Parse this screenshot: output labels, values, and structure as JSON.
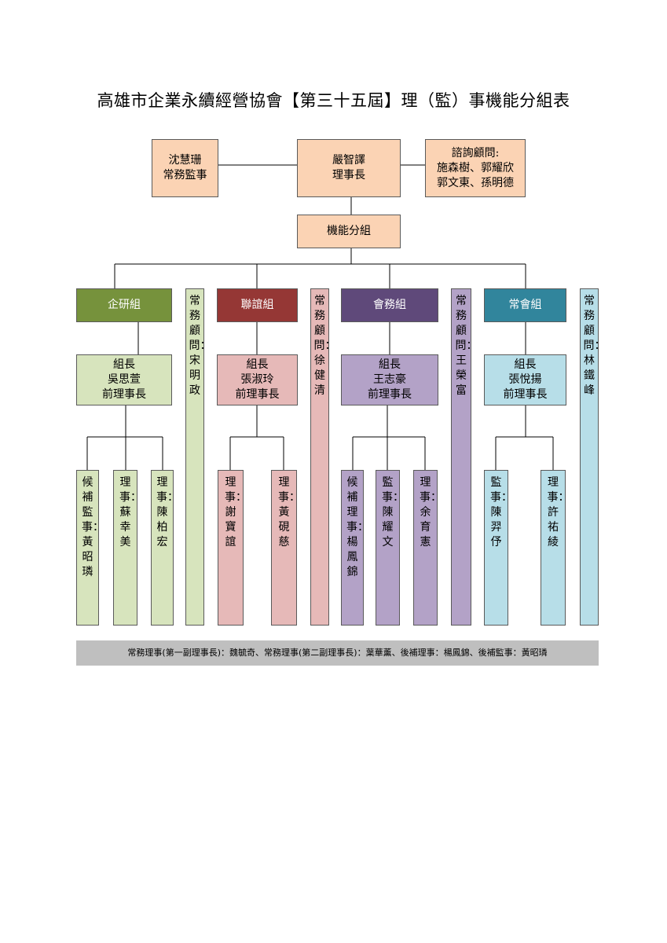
{
  "title": "高雄市企業永續經營協會【第三十五屆】理（監）事機能分組表",
  "top": {
    "supervisor": {
      "name": "沈慧珊",
      "role": "常務監事"
    },
    "chair": {
      "name": "嚴智譯",
      "role": "理事長"
    },
    "advisors": {
      "label": "諮詢顧問:",
      "line1": "施森樹、郭耀欣",
      "line2": "郭文東、孫明德"
    }
  },
  "function_group": "機能分組",
  "groups": [
    {
      "name": "企研組",
      "leader": {
        "label": "組長",
        "name": "吳思萱",
        "role": "前理事長"
      },
      "advisor": "常務顧問：宋明政",
      "members": [
        "候補監事：黃昭璘",
        "理事：蘇幸美",
        "理事：陳柏宏"
      ]
    },
    {
      "name": "聯誼組",
      "leader": {
        "label": "組長",
        "name": "張淑玲",
        "role": "前理事長"
      },
      "advisor": "常務顧問：徐健清",
      "members": [
        "理事：謝寶誼",
        "理事：黃硯慈"
      ]
    },
    {
      "name": "會務組",
      "leader": {
        "label": "組長",
        "name": "王志豪",
        "role": "前理事長"
      },
      "advisor": "常務顧問：王榮富",
      "members": [
        "候補理事：楊鳳錦",
        "監事：陳耀文",
        "理事：余育憲"
      ]
    },
    {
      "name": "常會組",
      "leader": {
        "label": "組長",
        "name": "張悅揚",
        "role": "前理事長"
      },
      "advisor": "常務顧問：林鐵峰",
      "members": [
        "監事：陳羿伃",
        "理事：許祐綾"
      ]
    }
  ],
  "footer": "常務理事(第一副理事長)：魏毓奇、常務理事(第二副理事長)：葉華薰、後補理事：楊鳳錦、後補監事：黃昭璘"
}
